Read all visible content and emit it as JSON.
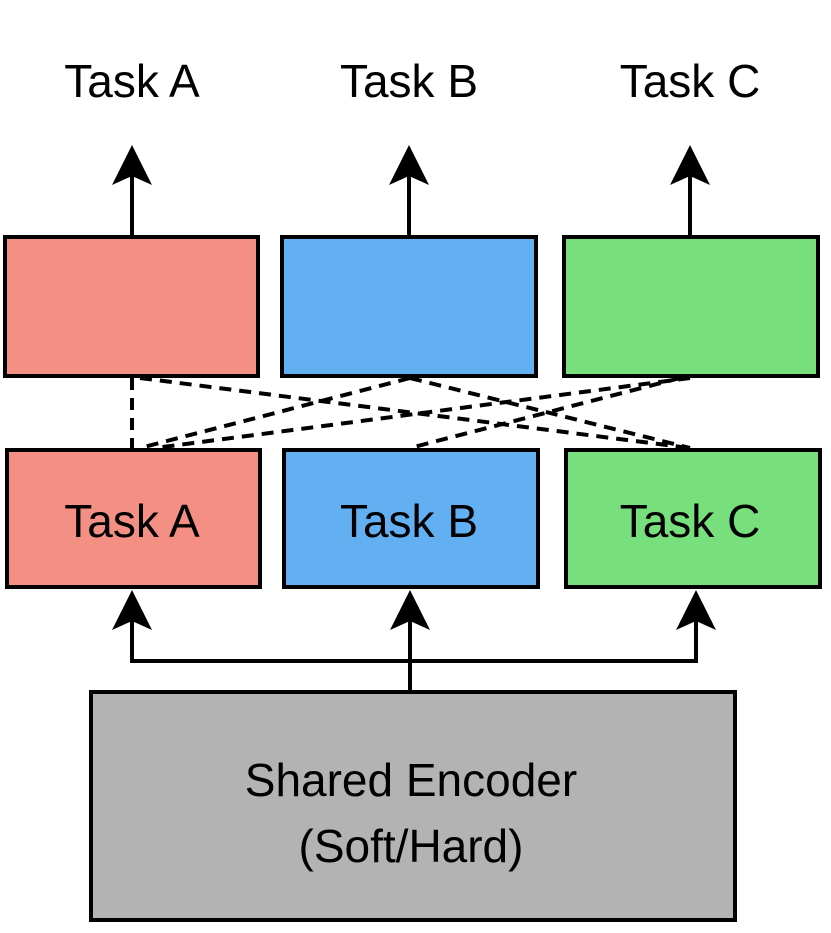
{
  "outputs": [
    {
      "label": "Task A"
    },
    {
      "label": "Task B"
    },
    {
      "label": "Task C"
    }
  ],
  "task_layers": [
    {
      "label": "Task A",
      "color": "#f48f84"
    },
    {
      "label": "Task B",
      "color": "#62aff2"
    },
    {
      "label": "Task C",
      "color": "#77df7c"
    }
  ],
  "encoder": {
    "line1": "Shared Encoder",
    "line2": "(Soft/Hard)",
    "color": "#b3b3b3"
  }
}
